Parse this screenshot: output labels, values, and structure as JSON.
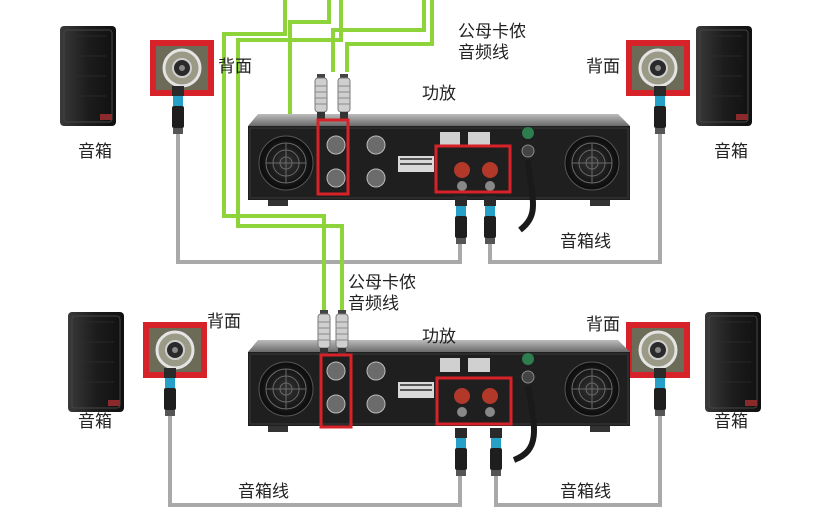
{
  "labels": {
    "speaker": "音箱",
    "back": "背面",
    "amplifier": "功放",
    "speaker_cable": "音箱线",
    "xlr_line_1": "公母卡侬",
    "xlr_line_2": "音频线"
  },
  "colors": {
    "audio_cable": "#8cd43a",
    "speaker_cable": "#a9a9a9",
    "highlight": "#d8222a",
    "amp_body": "#222222"
  }
}
